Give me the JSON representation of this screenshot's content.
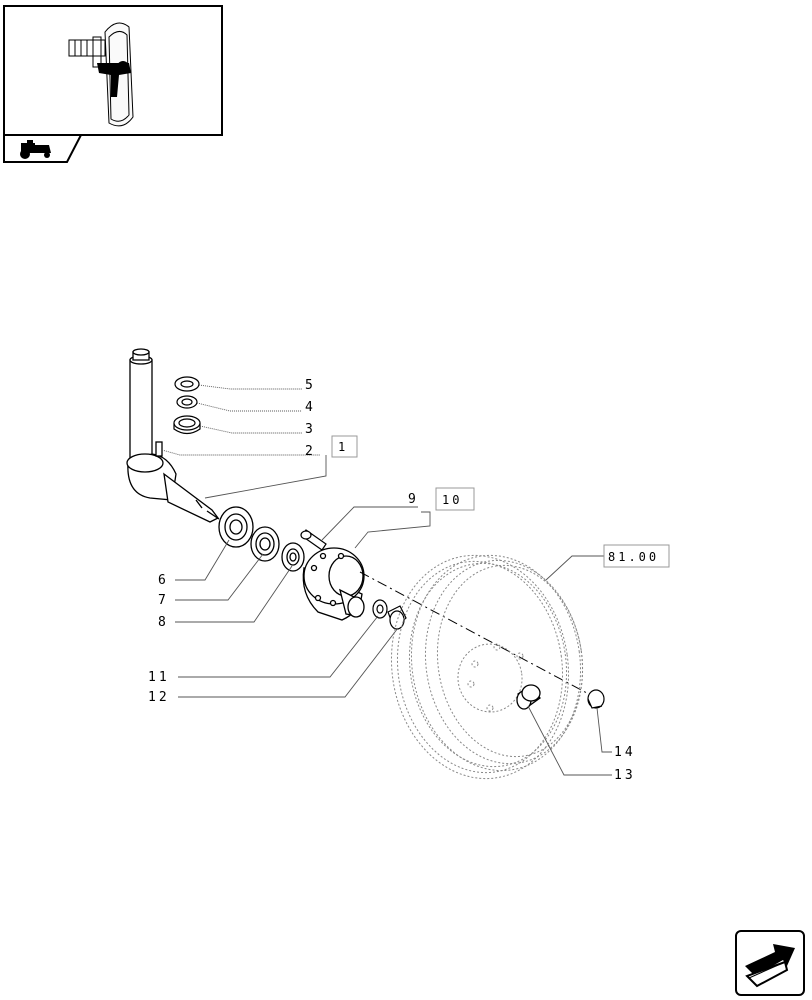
{
  "callouts": {
    "c1": "1",
    "c2": "2",
    "c3": "3",
    "c4": "4",
    "c5": "5",
    "c6": "6",
    "c7": "7",
    "c8": "8",
    "c9": "9",
    "c10": "10",
    "c11": "11",
    "c12": "12",
    "c13": "13",
    "c14": "14",
    "ref": "81.00"
  },
  "icons": {
    "thumbnail": "assembly-location-thumbnail",
    "section": "tractor-section-icon",
    "nav": "next-page-arrow-icon"
  },
  "colors": {
    "line": "#000000",
    "leader": "#555555",
    "tire": "#888888",
    "box": "#999999"
  }
}
